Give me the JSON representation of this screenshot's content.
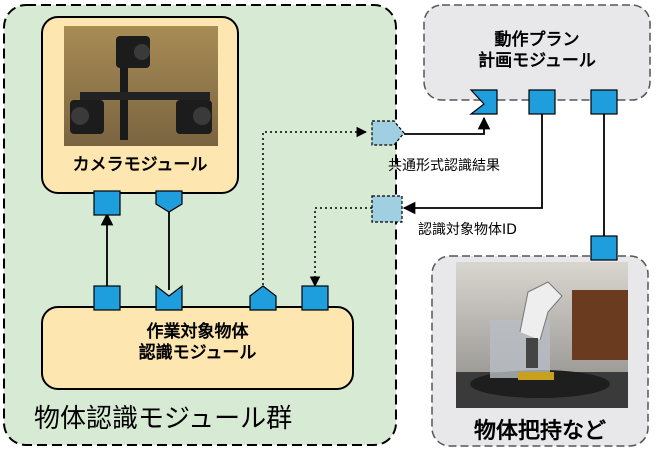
{
  "group": {
    "label": "物体認識モジュール群"
  },
  "camera_module": {
    "label": "カメラモジュール"
  },
  "recognition_module": {
    "line1": "作業対象物体",
    "line2": "認識モジュール"
  },
  "planner_module": {
    "line1": "動作プラン",
    "line2": "計画モジュール"
  },
  "robot": {
    "label": "物体把持など"
  },
  "edges": {
    "result_label": "共通形式認識結果",
    "target_label": "認識対象物体ID"
  },
  "colors": {
    "group_fill": "#d7ead4",
    "module_fill": "#fde6b0",
    "planner_fill": "#e8e8ea",
    "port_fill": "#1f9ede",
    "proxy_port_fill": "#9fcfe0"
  }
}
